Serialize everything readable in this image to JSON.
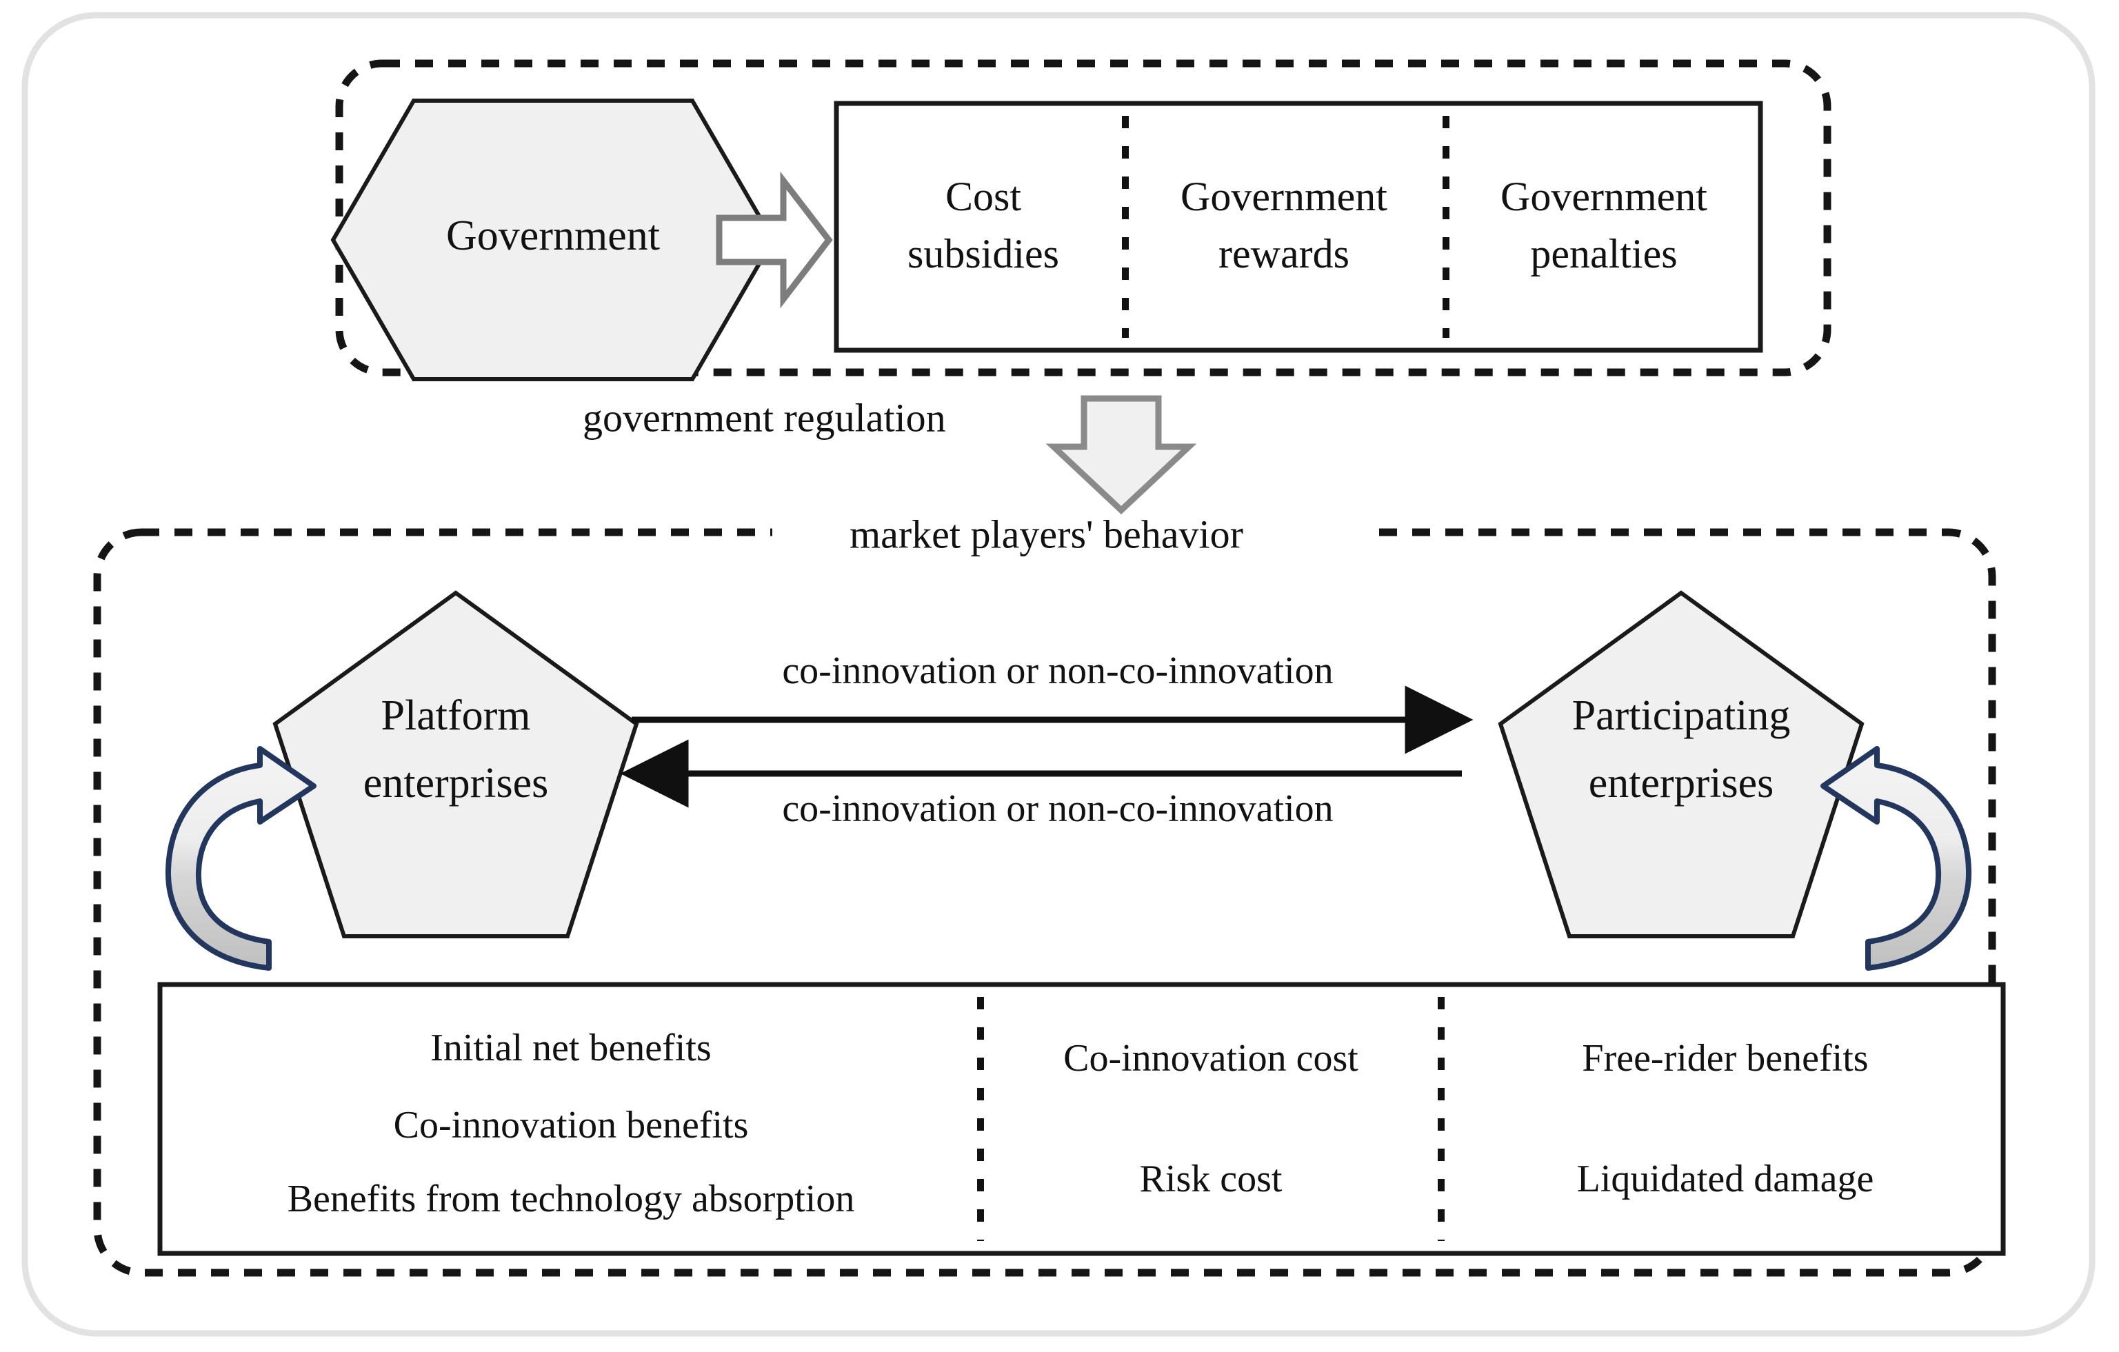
{
  "figure": {
    "title": "Government regulation and market players' co-innovation framework",
    "colors": {
      "outer_frame": "#e2e2e2",
      "dashed_border": "#151515",
      "shape_fill": "#f0f0f0",
      "shape_stroke": "#1a1a1a",
      "box_stroke": "#1a1a1a",
      "divider_dotted": "#111111",
      "block_arrow_fill": "#f0f0f0",
      "block_arrow_stroke": "#808080",
      "curved_arrow_stroke": "#22365e",
      "curved_arrow_fill_top": "#f0f0f0",
      "curved_arrow_fill_bottom": "#c4c4c4",
      "line_arrow": "#101010"
    }
  },
  "government_panel": {
    "actor": {
      "label": "Government",
      "shape": "hexagon"
    },
    "instrument_box": {
      "cells": [
        {
          "lines": [
            "Cost",
            "subsidies"
          ]
        },
        {
          "lines": [
            "Government",
            "rewards"
          ]
        },
        {
          "lines": [
            "Government",
            "penalties"
          ]
        }
      ]
    }
  },
  "connector": {
    "regulation_label": "government regulation",
    "behavior_label": "market players' behavior",
    "arrow_direction": "down"
  },
  "market_panel": {
    "actors": [
      {
        "label_lines": [
          "Platform",
          "enterprises"
        ],
        "shape": "pentagon",
        "side": "left"
      },
      {
        "label_lines": [
          "Participating",
          "enterprises"
        ],
        "shape": "pentagon",
        "side": "right"
      }
    ],
    "edges": [
      {
        "label": "co-innovation or non-co-innovation",
        "direction": "right"
      },
      {
        "label": "co-innovation or  non-co-innovation",
        "direction": "left"
      }
    ],
    "self_loops": [
      {
        "side": "left",
        "icon": "curved-arrow-icon"
      },
      {
        "side": "right",
        "icon": "curved-arrow-icon"
      }
    ],
    "payoff_box": {
      "columns": [
        {
          "items": [
            "Initial net benefits",
            "Co-innovation benefits",
            "Benefits from technology absorption"
          ]
        },
        {
          "items": [
            "Co-innovation cost",
            "Risk cost"
          ]
        },
        {
          "items": [
            "Free-rider benefits",
            "Liquidated damage"
          ]
        }
      ]
    }
  }
}
